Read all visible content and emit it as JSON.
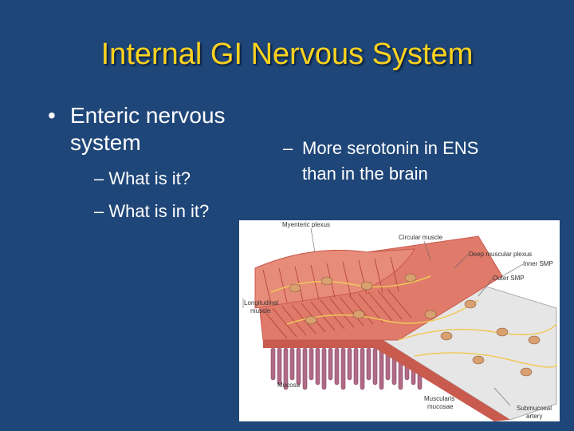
{
  "slide": {
    "title": "Internal GI Nervous System",
    "bullet": {
      "marker": "•",
      "text": "Enteric nervous system",
      "subitems": [
        "– What is it?",
        "– What is in it?"
      ]
    },
    "side_note": {
      "dash": "–",
      "text": "More serotonin in ENS than in the brain"
    }
  },
  "figure": {
    "labels": {
      "myenteric": "Myenteric plexus",
      "circular": "Circular muscle",
      "deep": "Deep muscular plexus",
      "inner_smp": "Inner SMP",
      "outer_smp": "Outer SMP",
      "longitudinal_1": "Longitudinal",
      "longitudinal_2": "muscle",
      "mucosa": "Mucosa",
      "muscularis_1": "Muscularis",
      "muscularis_2": "mucosae",
      "submucosal_1": "Submucosal",
      "submucosal_2": "artery"
    },
    "colors": {
      "muscle": "#e07a6a",
      "muscle_dark": "#c85a4e",
      "nerve": "#f0c85a",
      "ganglion": "#d9a070",
      "submucosa": "#e6e6e6",
      "mucosa": "#b06a86"
    }
  }
}
